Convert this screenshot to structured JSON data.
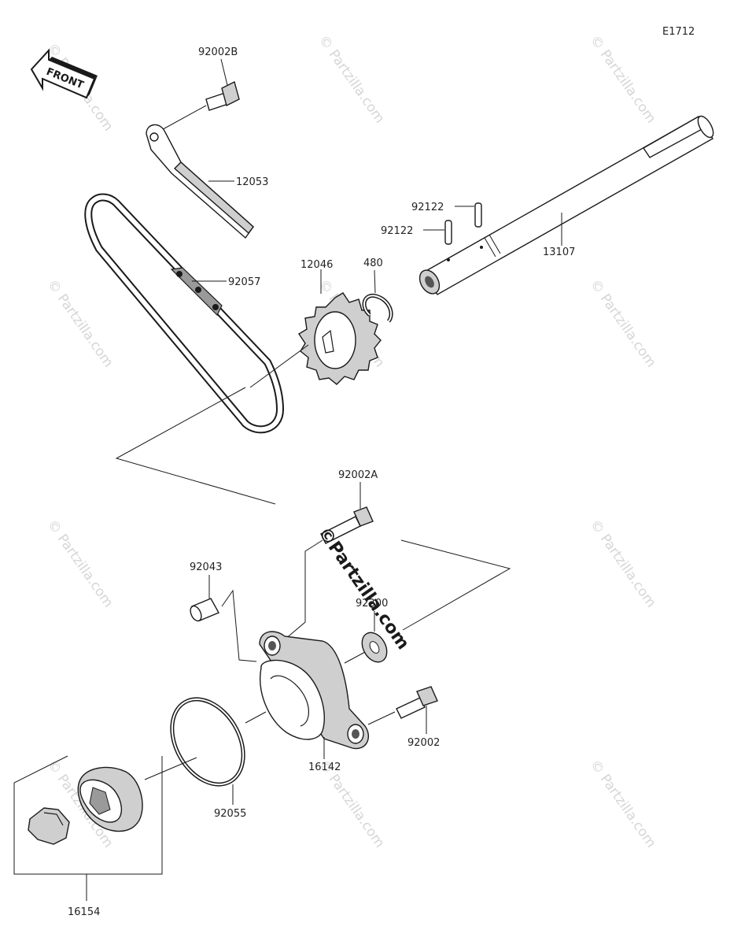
{
  "diagram_code": "E1712",
  "front_label": "FRONT",
  "watermark": "© Partzilla.com",
  "watermark_center": "©Partzilla.com",
  "parts": [
    {
      "id": "p-92002b",
      "number": "92002B"
    },
    {
      "id": "p-12053",
      "number": "12053"
    },
    {
      "id": "p-92057",
      "number": "92057"
    },
    {
      "id": "p-12046",
      "number": "12046"
    },
    {
      "id": "p-480",
      "number": "480"
    },
    {
      "id": "p-92122-a",
      "number": "92122"
    },
    {
      "id": "p-92122-b",
      "number": "92122"
    },
    {
      "id": "p-13107",
      "number": "13107"
    },
    {
      "id": "p-92002a",
      "number": "92002A"
    },
    {
      "id": "p-92043",
      "number": "92043"
    },
    {
      "id": "p-92200",
      "number": "92200"
    },
    {
      "id": "p-92002",
      "number": "92002"
    },
    {
      "id": "p-16142",
      "number": "16142"
    },
    {
      "id": "p-92055",
      "number": "92055"
    },
    {
      "id": "p-16154",
      "number": "16154"
    }
  ]
}
